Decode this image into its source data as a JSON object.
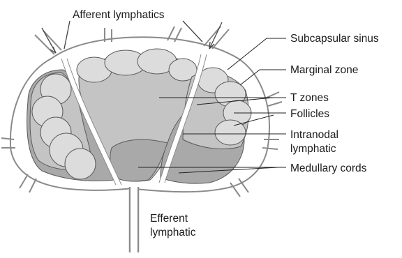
{
  "labels": {
    "afferent": "Afferent lymphatics",
    "subcapsular_sinus": "Subcapsular sinus",
    "marginal_zone": "Marginal zone",
    "t_zones": "T zones",
    "follicles": "Follicles",
    "intranodal_1": "Intranodal",
    "intranodal_2": "lymphatic",
    "medullary_cords": "Medullary cords",
    "efferent_1": "Efferent",
    "efferent_2": "lymphatic"
  },
  "colors": {
    "capsule": "#8a8a8a",
    "medulla": "#a9a9a9",
    "t_zone": "#c4c4c4",
    "follicle": "#dcdcdc",
    "outline": "#5a5a5a",
    "leader": "#222222",
    "text": "#1a1a1a"
  }
}
